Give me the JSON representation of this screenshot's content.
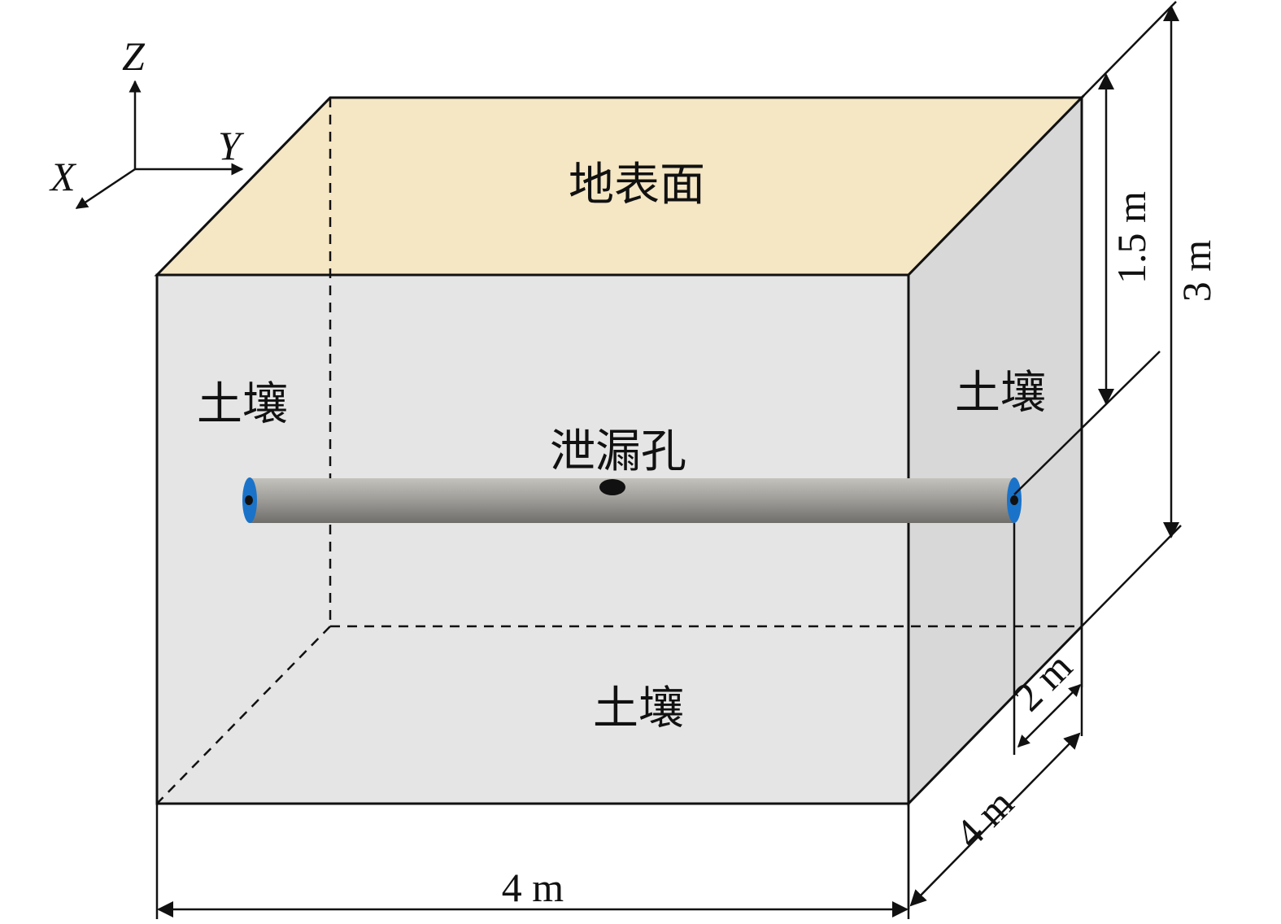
{
  "labels": {
    "surface": "地表面",
    "soil_left": "土壤",
    "soil_right": "土壤",
    "soil_bottom": "土壤",
    "leak_hole": "泄漏孔"
  },
  "axes": {
    "z": "Z",
    "y": "Y",
    "x": "X"
  },
  "dimensions": {
    "width": "4 m",
    "depth": "4 m",
    "pipe_offset": "2 m",
    "burial_depth": "1.5 m",
    "height": "3 m"
  },
  "colors": {
    "top_face": "#f5e6c4",
    "front_face": "#e5e5e5",
    "side_face": "#d8d8d8",
    "pipe_end": "#1a73c9",
    "pipe_body": "#9a9895",
    "line": "#111111"
  }
}
